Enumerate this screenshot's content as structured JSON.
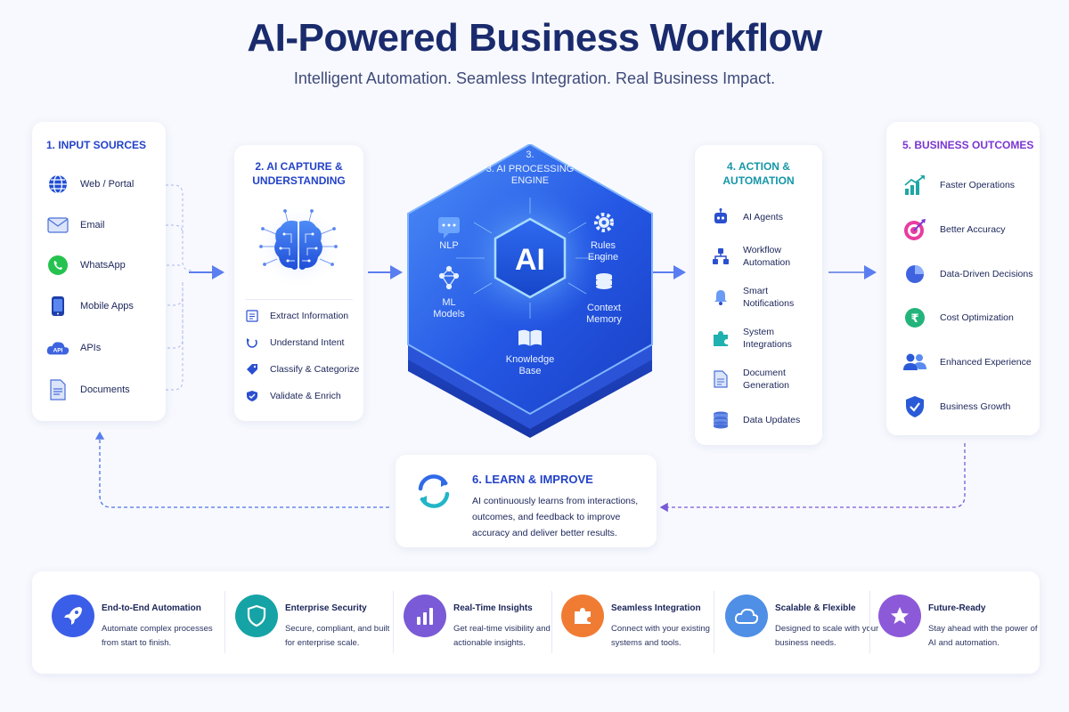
{
  "title": "AI-Powered Business Workflow",
  "subtitle": "Intelligent Automation. Seamless Integration. Real Business Impact.",
  "input": {
    "title": "1. INPUT SOURCES",
    "items": [
      "Web / Portal",
      "Email",
      "WhatsApp",
      "Mobile Apps",
      "APIs",
      "Documents"
    ],
    "api_badge": "API"
  },
  "capture": {
    "title_line1": "2. AI CAPTURE &",
    "title_line2": "UNDERSTANDING",
    "items": [
      "Extract Information",
      "Understand Intent",
      "Classify & Categorize",
      "Validate & Enrich"
    ]
  },
  "engine": {
    "step": "3.",
    "title_line1": "3. AI PROCESSING",
    "title_line2": "ENGINE",
    "core": "AI",
    "nlp": "NLP",
    "rules_line1": "Rules",
    "rules_line2": "Engine",
    "ml_line1": "ML",
    "ml_line2": "Models",
    "context_line1": "Context",
    "context_line2": "Memory",
    "kb_line1": "Knowledge",
    "kb_line2": "Base"
  },
  "action": {
    "title_line1": "4. ACTION &",
    "title_line2": "AUTOMATION",
    "items": [
      {
        "l1": "AI Agents",
        "l2": ""
      },
      {
        "l1": "Workflow",
        "l2": "Automation"
      },
      {
        "l1": "Smart",
        "l2": "Notifications"
      },
      {
        "l1": "System",
        "l2": "Integrations"
      },
      {
        "l1": "Document",
        "l2": "Generation"
      },
      {
        "l1": "Data Updates",
        "l2": ""
      }
    ]
  },
  "outcomes": {
    "title": "5. BUSINESS OUTCOMES",
    "items": [
      "Faster Operations",
      "Better Accuracy",
      "Data-Driven Decisions",
      "Cost Optimization",
      "Enhanced Experience",
      "Business Growth"
    ],
    "rupee": "₹"
  },
  "learn": {
    "title": "6. LEARN & IMPROVE",
    "text": "AI continuously learns from interactions, outcomes, and feedback to improve accuracy and deliver better results."
  },
  "features": [
    {
      "title": "End-to-End Automation",
      "desc": "Automate complex processes from start to finish.",
      "color": "#3b5ee8"
    },
    {
      "title": "Enterprise Security",
      "desc": "Secure, compliant, and built for enterprise scale.",
      "color": "#16a3a6"
    },
    {
      "title": "Real-Time Insights",
      "desc": "Get real-time visibility and actionable insights.",
      "color": "#7a5ad6"
    },
    {
      "title": "Seamless Integration",
      "desc": "Connect with your existing systems and tools.",
      "color": "#f07c34"
    },
    {
      "title": "Scalable & Flexible",
      "desc": "Designed to scale with your business needs.",
      "color": "#4f8fe6"
    },
    {
      "title": "Future-Ready",
      "desc": "Stay ahead with the power of AI and automation.",
      "color": "#8c5ad8"
    }
  ]
}
